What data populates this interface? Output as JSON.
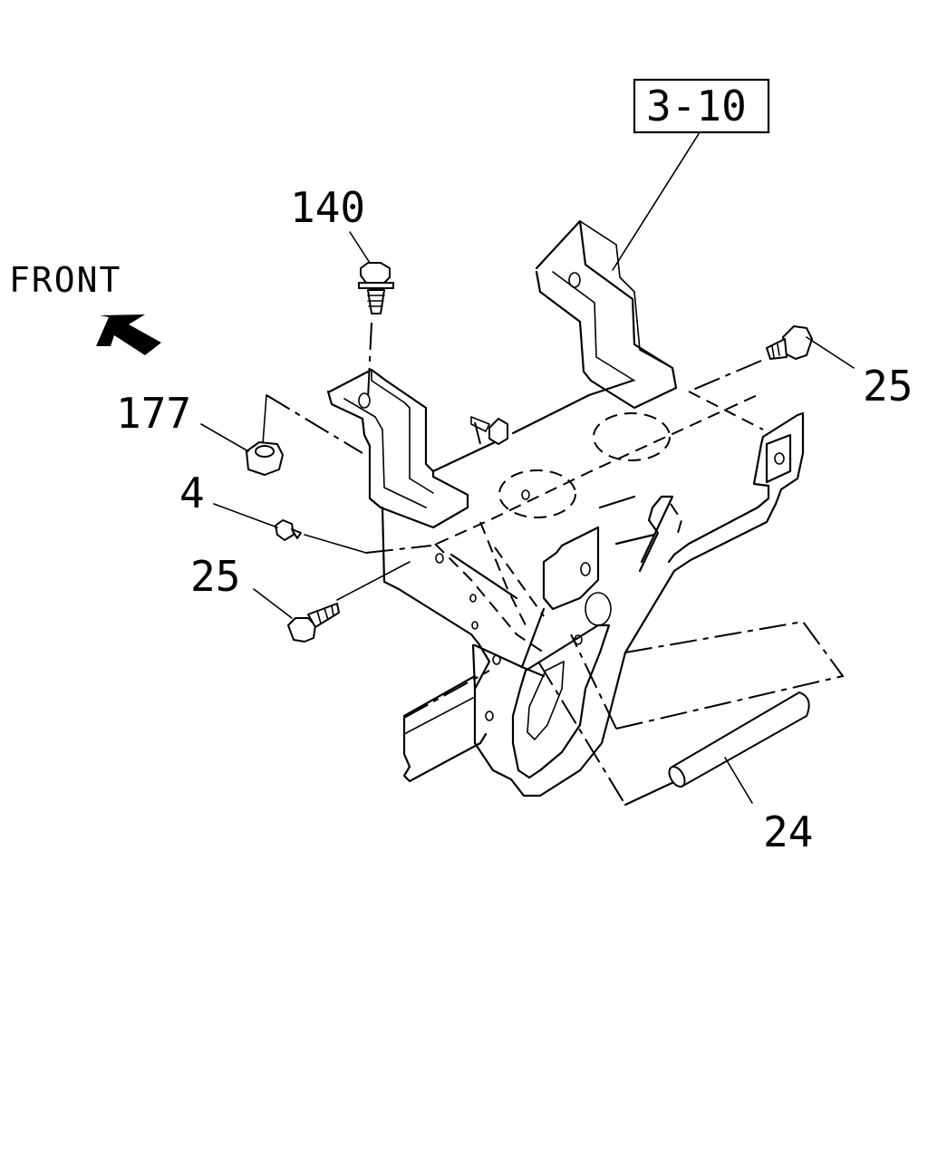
{
  "orientation": {
    "text": "FRONT"
  },
  "reference": {
    "label": "3-10"
  },
  "callouts": {
    "bolt_top": "140",
    "nut": "177",
    "clip": "4",
    "bolt_left": "25",
    "bolt_right": "25",
    "rod": "24"
  }
}
